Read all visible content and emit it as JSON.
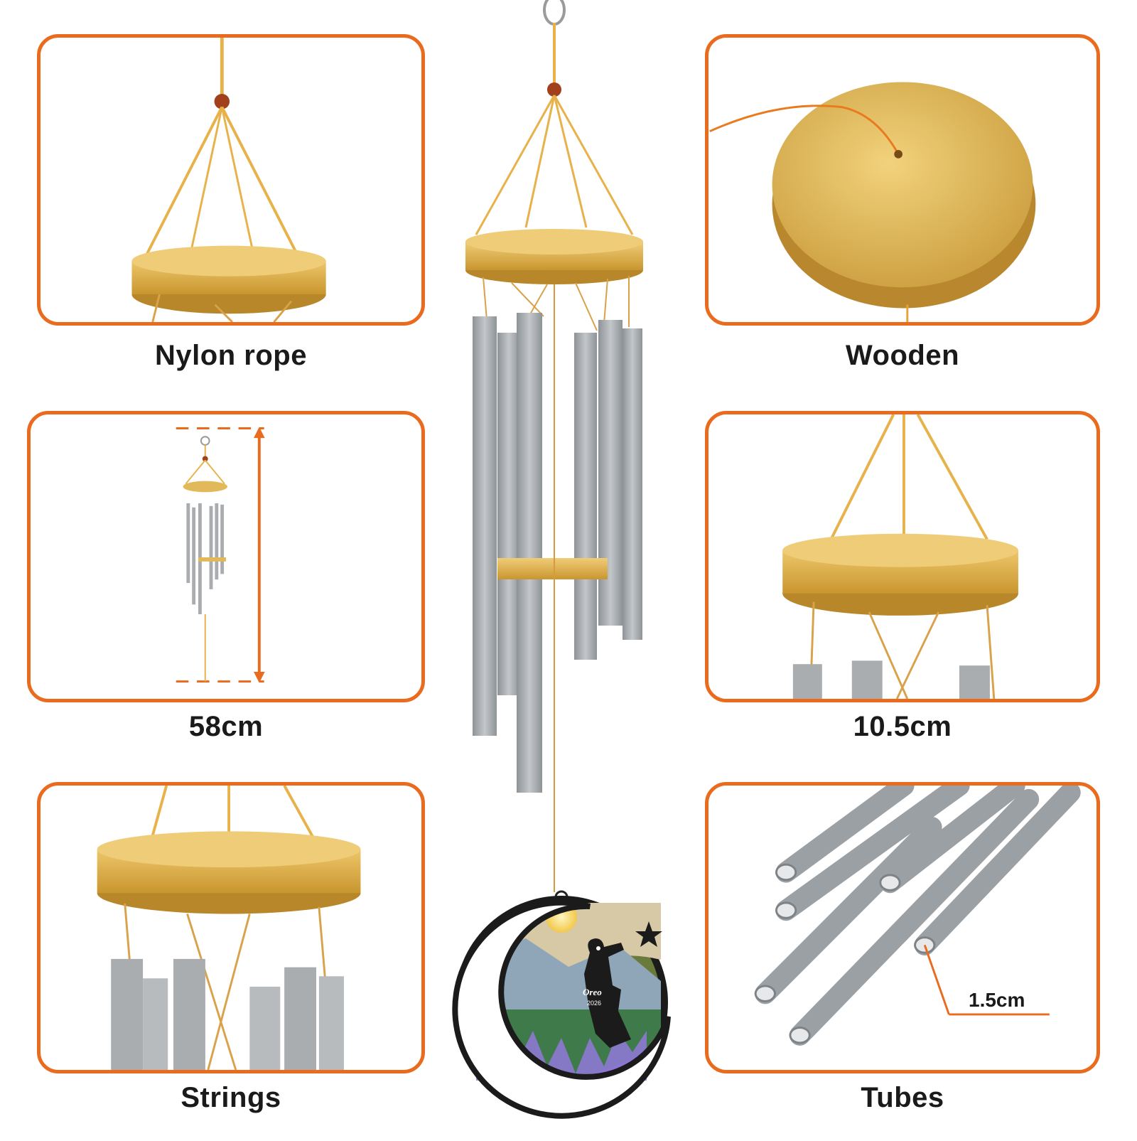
{
  "panels": {
    "top_left": {
      "caption": "Nylon rope"
    },
    "top_right": {
      "caption": "Wooden"
    },
    "mid_left": {
      "caption": "58cm"
    },
    "mid_right": {
      "caption": "10.5cm"
    },
    "bottom_left": {
      "caption": "Strings"
    },
    "bottom_right": {
      "caption": "Tubes",
      "diameter_label": "1.5cm"
    }
  },
  "pendant": {
    "name_text": "Oreo",
    "year_text": "2026"
  },
  "colors": {
    "accent": "#ea6a1e",
    "wood": "#e2b95a",
    "metal": "#a9adb0",
    "rope": "#e8b24a"
  }
}
